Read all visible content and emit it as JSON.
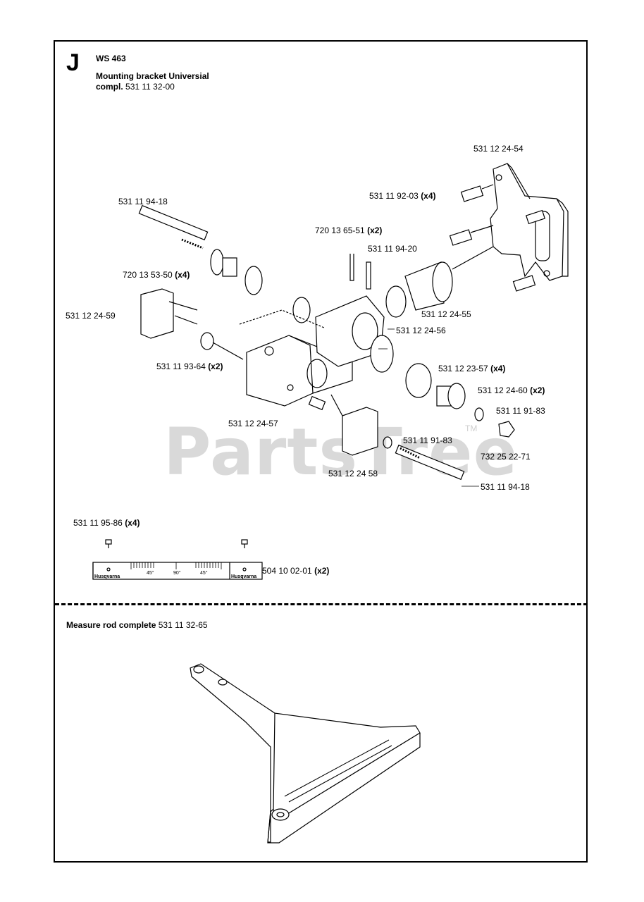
{
  "header": {
    "section_letter": "J",
    "model": "WS 463",
    "title": "Mounting bracket Universial",
    "subtitle_prefix": "compl.",
    "subtitle_part": "531 11 32-00"
  },
  "watermark": {
    "text": "PartsTree",
    "tm": "TM"
  },
  "parts": [
    {
      "id": "p1",
      "number": "531 12 24-54",
      "qty": ""
    },
    {
      "id": "p2",
      "number": "531 11 92-03",
      "qty": "(x4)"
    },
    {
      "id": "p3",
      "number": "531 11 94-18",
      "qty": ""
    },
    {
      "id": "p4",
      "number": "720 13 65-51",
      "qty": "(x2)"
    },
    {
      "id": "p5",
      "number": "531 11 94-20",
      "qty": ""
    },
    {
      "id": "p6",
      "number": "720 13 53-50",
      "qty": "(x4)"
    },
    {
      "id": "p7",
      "number": "531 12 24-55",
      "qty": ""
    },
    {
      "id": "p8",
      "number": "531 12 24-59",
      "qty": ""
    },
    {
      "id": "p9",
      "number": "531 12 24-56",
      "qty": ""
    },
    {
      "id": "p10",
      "number": "531 11 93-64",
      "qty": "(x2)"
    },
    {
      "id": "p11",
      "number": "531 12 23-57",
      "qty": "(x4)"
    },
    {
      "id": "p12",
      "number": "531 12 24-60",
      "qty": "(x2)"
    },
    {
      "id": "p13",
      "number": "531 11 91-83",
      "qty": ""
    },
    {
      "id": "p14",
      "number": "531 12 24-57",
      "qty": ""
    },
    {
      "id": "p15",
      "number": "531 11 91-83",
      "qty": ""
    },
    {
      "id": "p16",
      "number": "732 25 22-71",
      "qty": ""
    },
    {
      "id": "p17",
      "number": "531 12 24 58",
      "qty": ""
    },
    {
      "id": "p18",
      "number": "531 11 94-18",
      "qty": ""
    },
    {
      "id": "p19",
      "number": "531 11 95-86",
      "qty": "(x4)"
    },
    {
      "id": "p20",
      "number": "504 10 02-01",
      "qty": "(x2)"
    }
  ],
  "scale": {
    "marks": [
      "45°",
      "90°",
      "45°"
    ],
    "brand": "Husqvarna"
  },
  "measure_rod": {
    "title": "Measure rod complete",
    "part": "531 11 32-65"
  }
}
